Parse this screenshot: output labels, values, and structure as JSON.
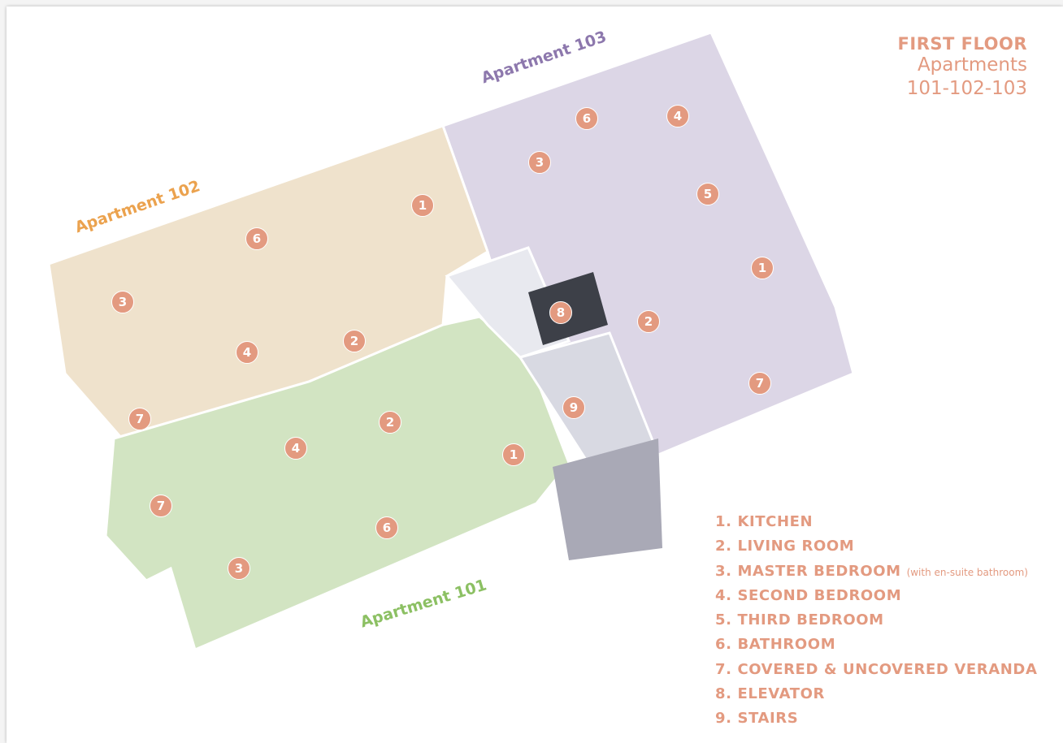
{
  "title": {
    "floor": "FIRST FLOOR",
    "subtitle": "Apartments",
    "units": "101-102-103"
  },
  "apartments": [
    {
      "name": "Apartment 101",
      "color": "#8cc063"
    },
    {
      "name": "Apartment 102",
      "color": "#eba24e"
    },
    {
      "name": "Apartment 103",
      "color": "#8d78ad"
    }
  ],
  "legend": [
    {
      "num": "1.",
      "label": "KITCHEN"
    },
    {
      "num": "2.",
      "label": "LIVING ROOM"
    },
    {
      "num": "3.",
      "label": "MASTER BEDROOM",
      "note": "(with en-suite bathroom)"
    },
    {
      "num": "4.",
      "label": "SECOND BEDROOM"
    },
    {
      "num": "5.",
      "label": "THIRD BEDROOM"
    },
    {
      "num": "6.",
      "label": "BATHROOM"
    },
    {
      "num": "7.",
      "label": "COVERED & UNCOVERED VERANDA"
    },
    {
      "num": "8.",
      "label": "ELEVATOR"
    },
    {
      "num": "9.",
      "label": "STAIRS"
    }
  ],
  "markers": {
    "apt103": [
      "1",
      "2",
      "3",
      "4",
      "5",
      "6",
      "7"
    ],
    "apt102": [
      "1",
      "2",
      "3",
      "4",
      "6",
      "7"
    ],
    "apt101": [
      "1",
      "2",
      "3",
      "4",
      "6",
      "7"
    ],
    "core": [
      "8",
      "9"
    ]
  },
  "accent": "#e39a80"
}
